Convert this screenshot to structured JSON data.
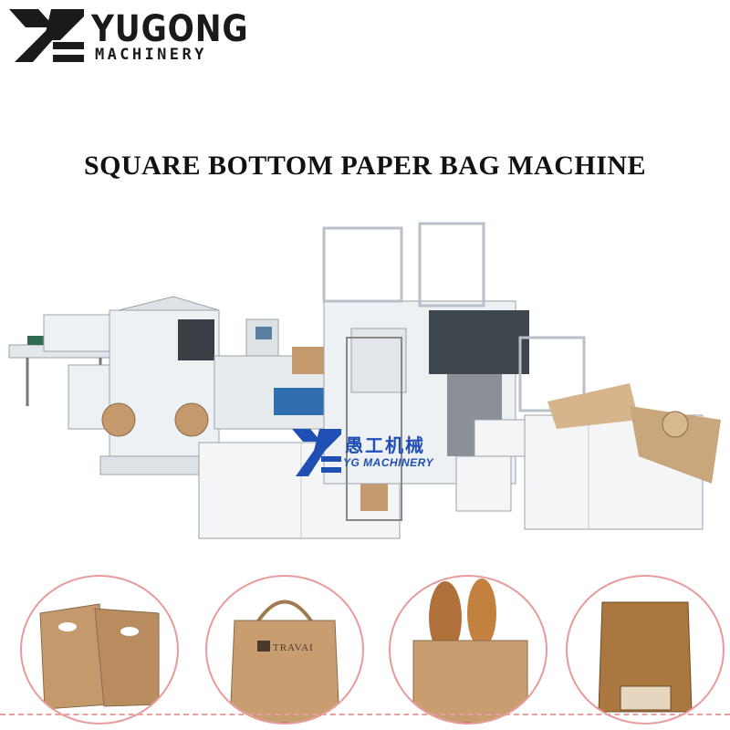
{
  "logo": {
    "brand": "YUGONG",
    "tagline": "MACHINERY"
  },
  "headline": "SQUARE BOTTOM PAPER BAG MACHINE",
  "watermark": {
    "chinese": "愚工机械",
    "english": "YG MACHINERY"
  },
  "product_photos": [
    {
      "bag_print": ""
    },
    {
      "bag_print": "TRAVAI"
    },
    {
      "bag_print": ""
    },
    {
      "bag_print": ""
    }
  ],
  "colors": {
    "brand_blue": "#1f4fb3",
    "kraft": "#c49a6c",
    "accent_circle": "#e89a9a",
    "machine_white": "#eef1f4"
  },
  "icons": [
    "yugong-logo-icon",
    "yg-watermark-icon"
  ]
}
